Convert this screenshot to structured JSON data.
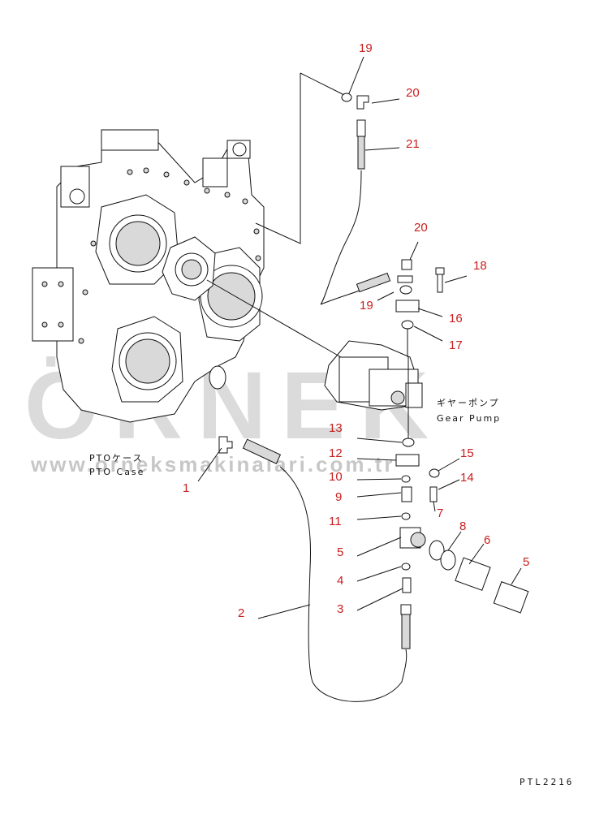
{
  "callouts": [
    "19",
    "20",
    "21",
    "20",
    "18",
    "19",
    "16",
    "17",
    "13",
    "12",
    "15",
    "10",
    "14",
    "9",
    "7",
    "11",
    "8",
    "6",
    "5",
    "5",
    "1",
    "4",
    "3",
    "2"
  ],
  "labels": {
    "pto_case_jp": "PTOケース",
    "pto_case_en": "PTO Case",
    "gear_pump_jp": "ギヤーポンプ",
    "gear_pump_en": "Gear Pump"
  },
  "drawing_code": "PTL2216",
  "watermark": {
    "brand": "ÖRNEK",
    "url": "www.orneksmakinalari.com.tr"
  },
  "colors": {
    "callout": "#c8201f",
    "line": "#111111",
    "watermark": "#bfbfbf"
  }
}
